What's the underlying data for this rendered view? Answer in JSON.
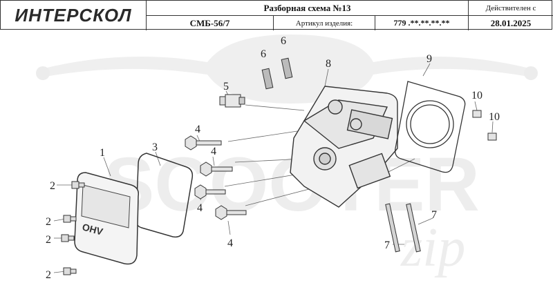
{
  "header": {
    "logo_text": "ИНТЕРСКОЛ",
    "title": "Разборная схема №13",
    "valid_label": "Действителен с",
    "model": "СМБ-56/7",
    "article_label": "Артикул изделия:",
    "article_value": "779 .**.**.**.**",
    "date": "28.01.2025"
  },
  "watermark": {
    "text": "SCOOTER",
    "script": "zip"
  },
  "cover_marking": "OHV",
  "callouts": [
    "1",
    "2",
    "2",
    "2",
    "2",
    "3",
    "4",
    "4",
    "4",
    "4",
    "5",
    "6",
    "6",
    "7",
    "7",
    "8",
    "9",
    "10",
    "10"
  ]
}
